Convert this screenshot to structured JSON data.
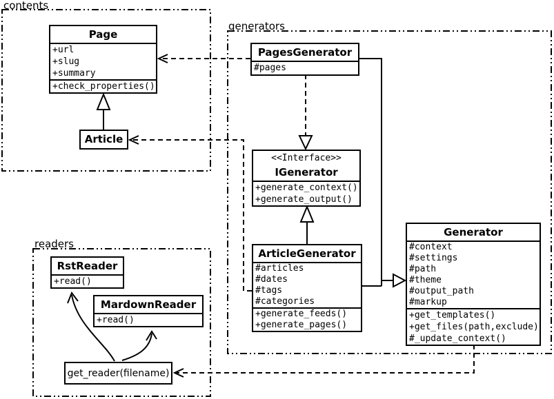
{
  "packages": {
    "contents": {
      "label": "contents"
    },
    "generators": {
      "label": "generators"
    },
    "readers": {
      "label": "readers"
    }
  },
  "classes": {
    "page": {
      "title": "Page",
      "attributes": [
        "+url",
        "+slug",
        "+summary"
      ],
      "methods": [
        "+check_properties()"
      ]
    },
    "article": {
      "title": "Article"
    },
    "pages_generator": {
      "title": "PagesGenerator",
      "attributes": [
        "#pages"
      ]
    },
    "igenerator": {
      "stereotype": "<<Interface>>",
      "title": "IGenerator",
      "methods": [
        "+generate_context()",
        "+generate_output()"
      ]
    },
    "article_generator": {
      "title": "ArticleGenerator",
      "attributes": [
        "#articles",
        "#dates",
        "#tags",
        "#categories"
      ],
      "methods": [
        "+generate_feeds()",
        "+generate_pages()"
      ]
    },
    "generator": {
      "title": "Generator",
      "attributes": [
        "#context",
        "#settings",
        "#path",
        "#theme",
        "#output_path",
        "#markup"
      ],
      "methods": [
        "+get_templates()",
        "+get_files(path,exclude)",
        "#_update_context()"
      ]
    },
    "rst_reader": {
      "title": "RstReader",
      "methods": [
        "+read()"
      ]
    },
    "markdown_reader": {
      "title": "MardownReader",
      "methods": [
        "+read()"
      ]
    },
    "get_reader": {
      "label": "get_reader(filename)"
    }
  },
  "colors": {
    "line": "#000000",
    "background": "#ffffff"
  }
}
